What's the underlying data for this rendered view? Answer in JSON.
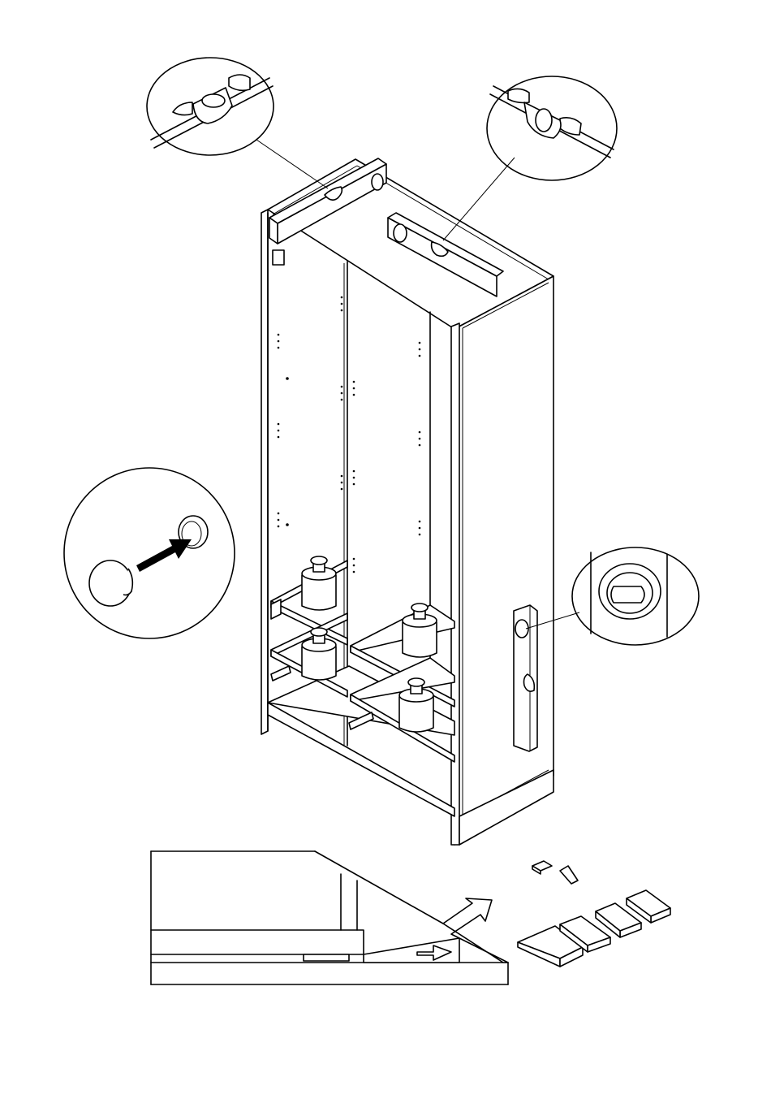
{
  "diagram": {
    "kind": "furniture-assembly-instruction",
    "step": "level-cabinet-and-shim",
    "colors": {
      "line": "#000000",
      "fill": "#ffffff"
    },
    "callouts": [
      {
        "id": "bubble-level-top-left",
        "icon": "spirit-level-vial-icon"
      },
      {
        "id": "bubble-level-top-right",
        "icon": "spirit-level-vial-icon"
      },
      {
        "id": "level-side-vertical",
        "icon": "spirit-level-vial-icon"
      },
      {
        "id": "cap-insert",
        "icon": "arrow-right-icon"
      }
    ],
    "parts": [
      {
        "id": "cabinet",
        "icon": "wardrobe-icon"
      },
      {
        "id": "spirit-level-top-left",
        "icon": "spirit-level-icon"
      },
      {
        "id": "spirit-level-top-right",
        "icon": "spirit-level-icon"
      },
      {
        "id": "spirit-level-side",
        "icon": "spirit-level-icon"
      },
      {
        "id": "weights",
        "icon": "weight-icon",
        "count": 4
      },
      {
        "id": "shims",
        "icon": "wedge-icon",
        "count": 5
      }
    ]
  }
}
